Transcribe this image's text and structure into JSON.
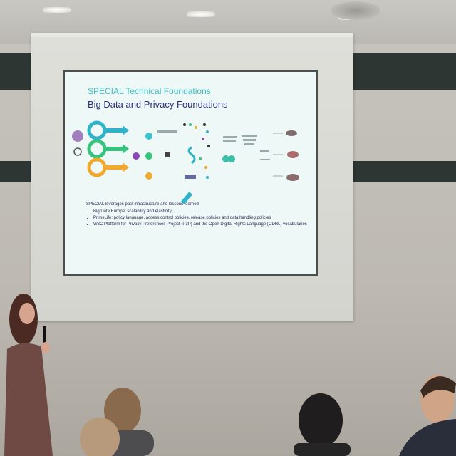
{
  "slide": {
    "title": "SPECIAL Technical Foundations",
    "subtitle": "Big Data and Privacy Foundations",
    "intro": "SPECIAL leverages past infrastructure and lessons learned",
    "bullets": [
      "Big Data Europe: scalability and elasticity",
      "PrimeLife: policy language, access control policies, release policies and data handling policies",
      "W3C Platform for Privacy Preferences Project (P3P) and the Open Digital Rights Language (ODRL) vocabularies"
    ]
  },
  "colors": {
    "slide_title": "#3fbfc4",
    "slide_subtitle": "#2a2f7c",
    "slide_background": "#eef8f6",
    "wall_band": "#2e3634",
    "screen": "#dfdfda"
  },
  "icons": [
    "key-icon",
    "arrow-icon",
    "lock-icon",
    "cloud-icon",
    "bird-icon",
    "wrench-icon"
  ]
}
